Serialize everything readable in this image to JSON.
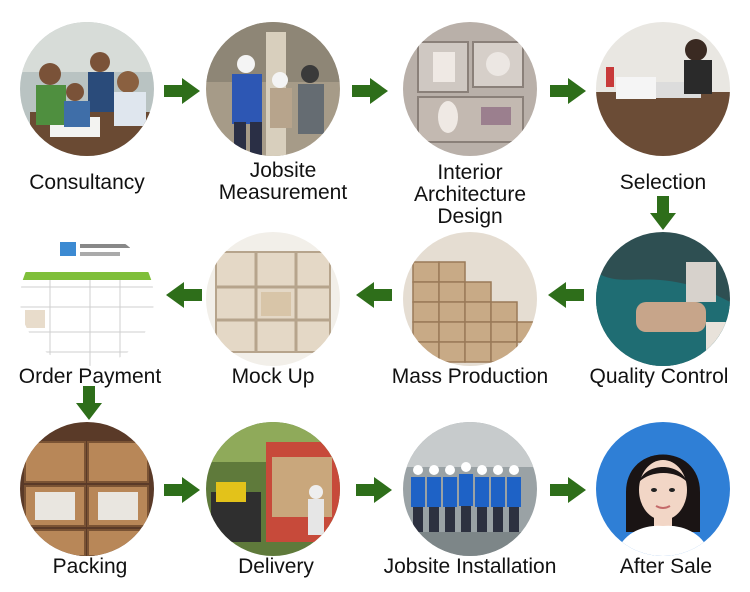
{
  "steps": [
    {
      "label": "Consultancy"
    },
    {
      "label": "Jobsite\nMeasurement"
    },
    {
      "label": "Interior Architecture\nDesign"
    },
    {
      "label": "Selection"
    },
    {
      "label": "Quality Control"
    },
    {
      "label": "Mass Production"
    },
    {
      "label": "Mock Up"
    },
    {
      "label": "Order Payment"
    },
    {
      "label": "Packing"
    },
    {
      "label": "Delivery"
    },
    {
      "label": "Jobsite Installation"
    },
    {
      "label": "After Sale"
    }
  ],
  "colors": {
    "arrow": "#2e6e1a",
    "text": "#111111"
  }
}
